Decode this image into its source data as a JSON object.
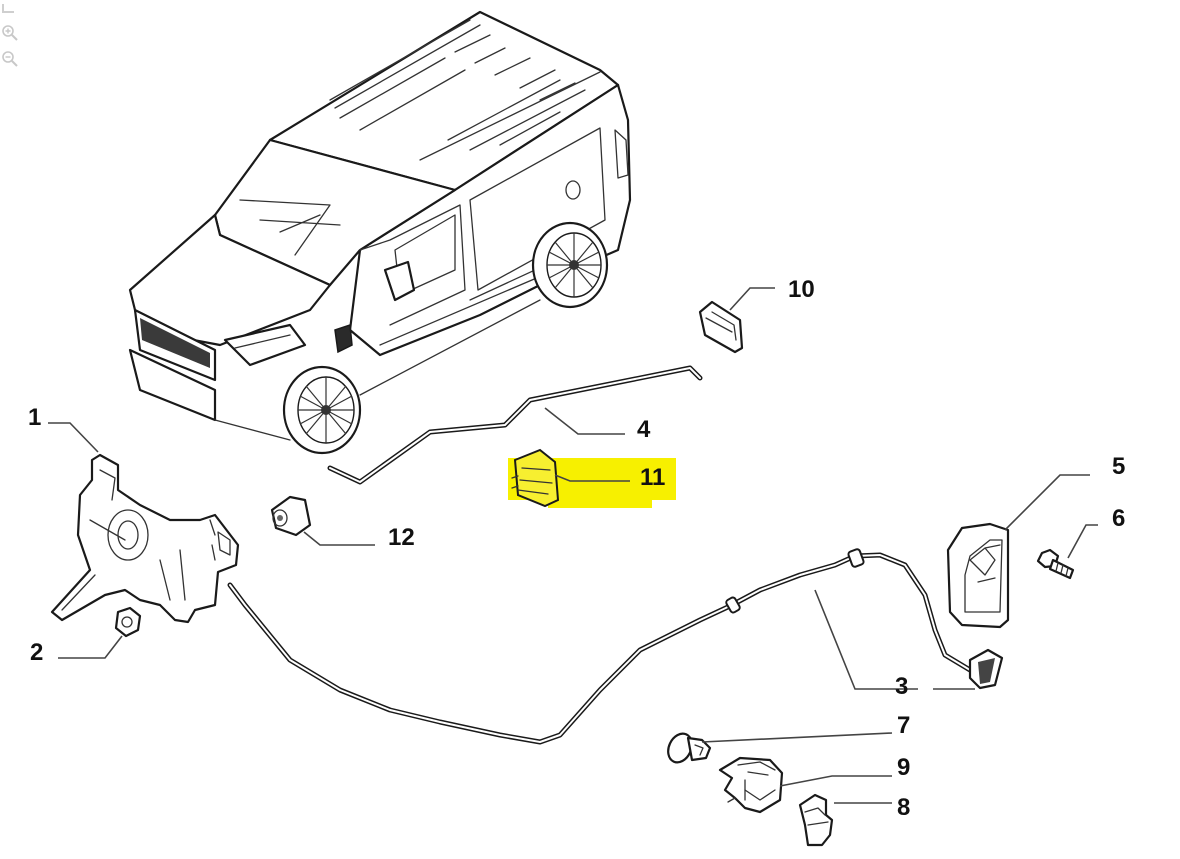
{
  "diagram": {
    "title": "Hood latch and release cable exploded parts diagram",
    "highlight_color": "#f7f000",
    "highlighted_part": "11",
    "callouts": [
      {
        "id": "1",
        "label": "1",
        "part": "hood latch lock"
      },
      {
        "id": "2",
        "label": "2",
        "part": "nut"
      },
      {
        "id": "3",
        "label": "3",
        "part": "hood release cable"
      },
      {
        "id": "4",
        "label": "4",
        "part": "hood support rod"
      },
      {
        "id": "5",
        "label": "5",
        "part": "release handle"
      },
      {
        "id": "6",
        "label": "6",
        "part": "screw"
      },
      {
        "id": "7",
        "label": "7",
        "part": "cable clip"
      },
      {
        "id": "8",
        "label": "8",
        "part": "rod clip"
      },
      {
        "id": "9",
        "label": "9",
        "part": "cable bracket"
      },
      {
        "id": "10",
        "label": "10",
        "part": "rod holder"
      },
      {
        "id": "11",
        "label": "11",
        "part": "rod support clip"
      },
      {
        "id": "12",
        "label": "12",
        "part": "rubber buffer"
      }
    ]
  },
  "viewer_controls": [
    {
      "name": "fullscreen",
      "icon": "expand-icon"
    },
    {
      "name": "zoom-in",
      "icon": "zoom-in-icon"
    },
    {
      "name": "zoom-out",
      "icon": "zoom-out-icon"
    }
  ]
}
